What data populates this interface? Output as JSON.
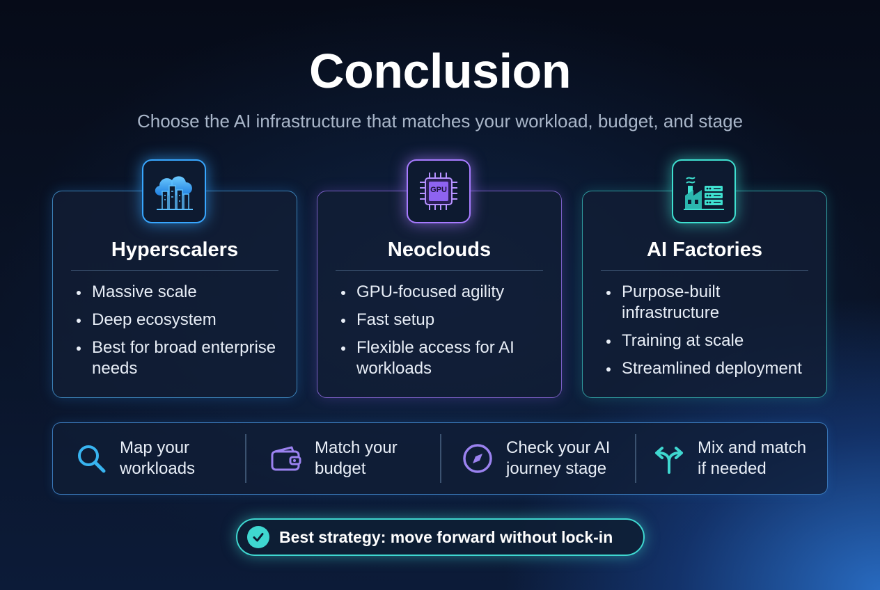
{
  "header": {
    "title": "Conclusion",
    "subtitle": "Choose the AI infrastructure that matches your workload, budget, and stage"
  },
  "cards": [
    {
      "icon": "cloud-city-icon",
      "accent": "#38a7ff",
      "title": "Hyperscalers",
      "items": [
        "Massive scale",
        "Deep ecosystem",
        "Best for broad enterprise needs"
      ]
    },
    {
      "icon": "gpu-chip-icon",
      "accent": "#a77bff",
      "icon_label": "GPU",
      "title": "Neoclouds",
      "items": [
        "GPU-focused agility",
        "Fast setup",
        "Flexible access for AI workloads"
      ]
    },
    {
      "icon": "factory-server-icon",
      "accent": "#3fe0d0",
      "title": "AI Factories",
      "items": [
        "Purpose-built infrastructure",
        "Training at scale",
        "Streamlined deployment"
      ]
    }
  ],
  "steps": [
    {
      "icon": "search-icon",
      "line1": "Map your",
      "line2": "workloads",
      "color": "#38b4f0"
    },
    {
      "icon": "wallet-icon",
      "line1": "Match your",
      "line2": "budget",
      "color": "#9b82f0"
    },
    {
      "icon": "compass-icon",
      "line1": "Check your AI",
      "line2": "journey stage",
      "color": "#9b82f0"
    },
    {
      "icon": "split-arrows-icon",
      "line1": "Mix and match",
      "line2": "if needed",
      "color": "#3fd7d0"
    }
  ],
  "badge": {
    "icon": "check-circle-icon",
    "text": "Best strategy: move forward without lock-in",
    "accent": "#3fd7d0"
  }
}
